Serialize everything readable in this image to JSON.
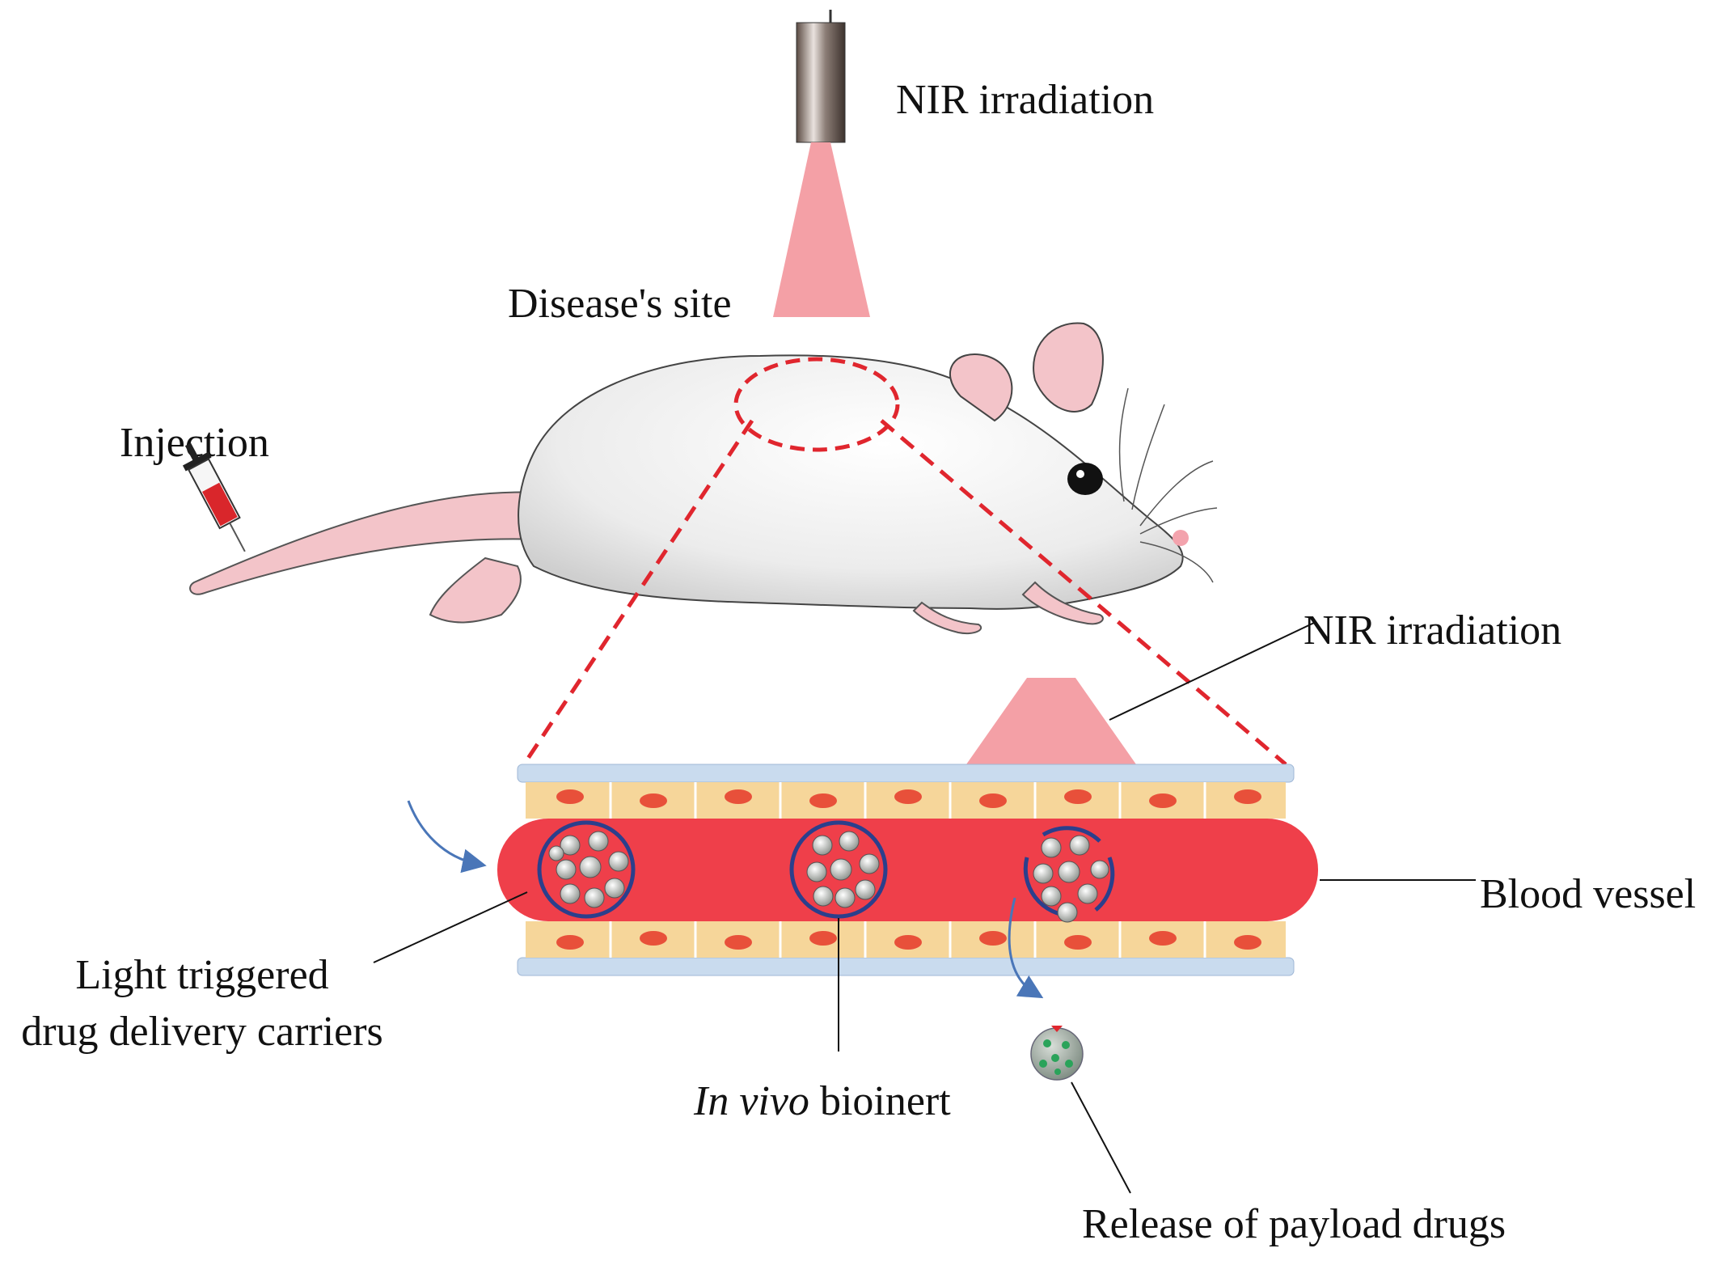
{
  "labels": {
    "nir_top": "NIR irradiation",
    "disease_site": "Disease's site",
    "injection": "Injection",
    "nir_vessel": "NIR irradiation",
    "blood_vessel": "Blood vessel",
    "carriers_line1": "Light triggered",
    "carriers_line2": "drug delivery carriers",
    "in_vivo_italic": "In vivo",
    "bioinert": " bioinert",
    "release": "Release of payload drugs"
  },
  "colors": {
    "laser_beam": "#f4a0a6",
    "dash_red": "#e0262e",
    "blood": "#ef3f4a",
    "wall_yellow": "#f6d69a",
    "cell_nucleus": "#e8503a",
    "membrane_blue": "#c9dbee",
    "carrier_ring": "#2b3f8c",
    "arrow_blue": "#4a76b8",
    "mouse_body": "#f2f2f2",
    "mouse_pink": "#f3c4c9"
  }
}
